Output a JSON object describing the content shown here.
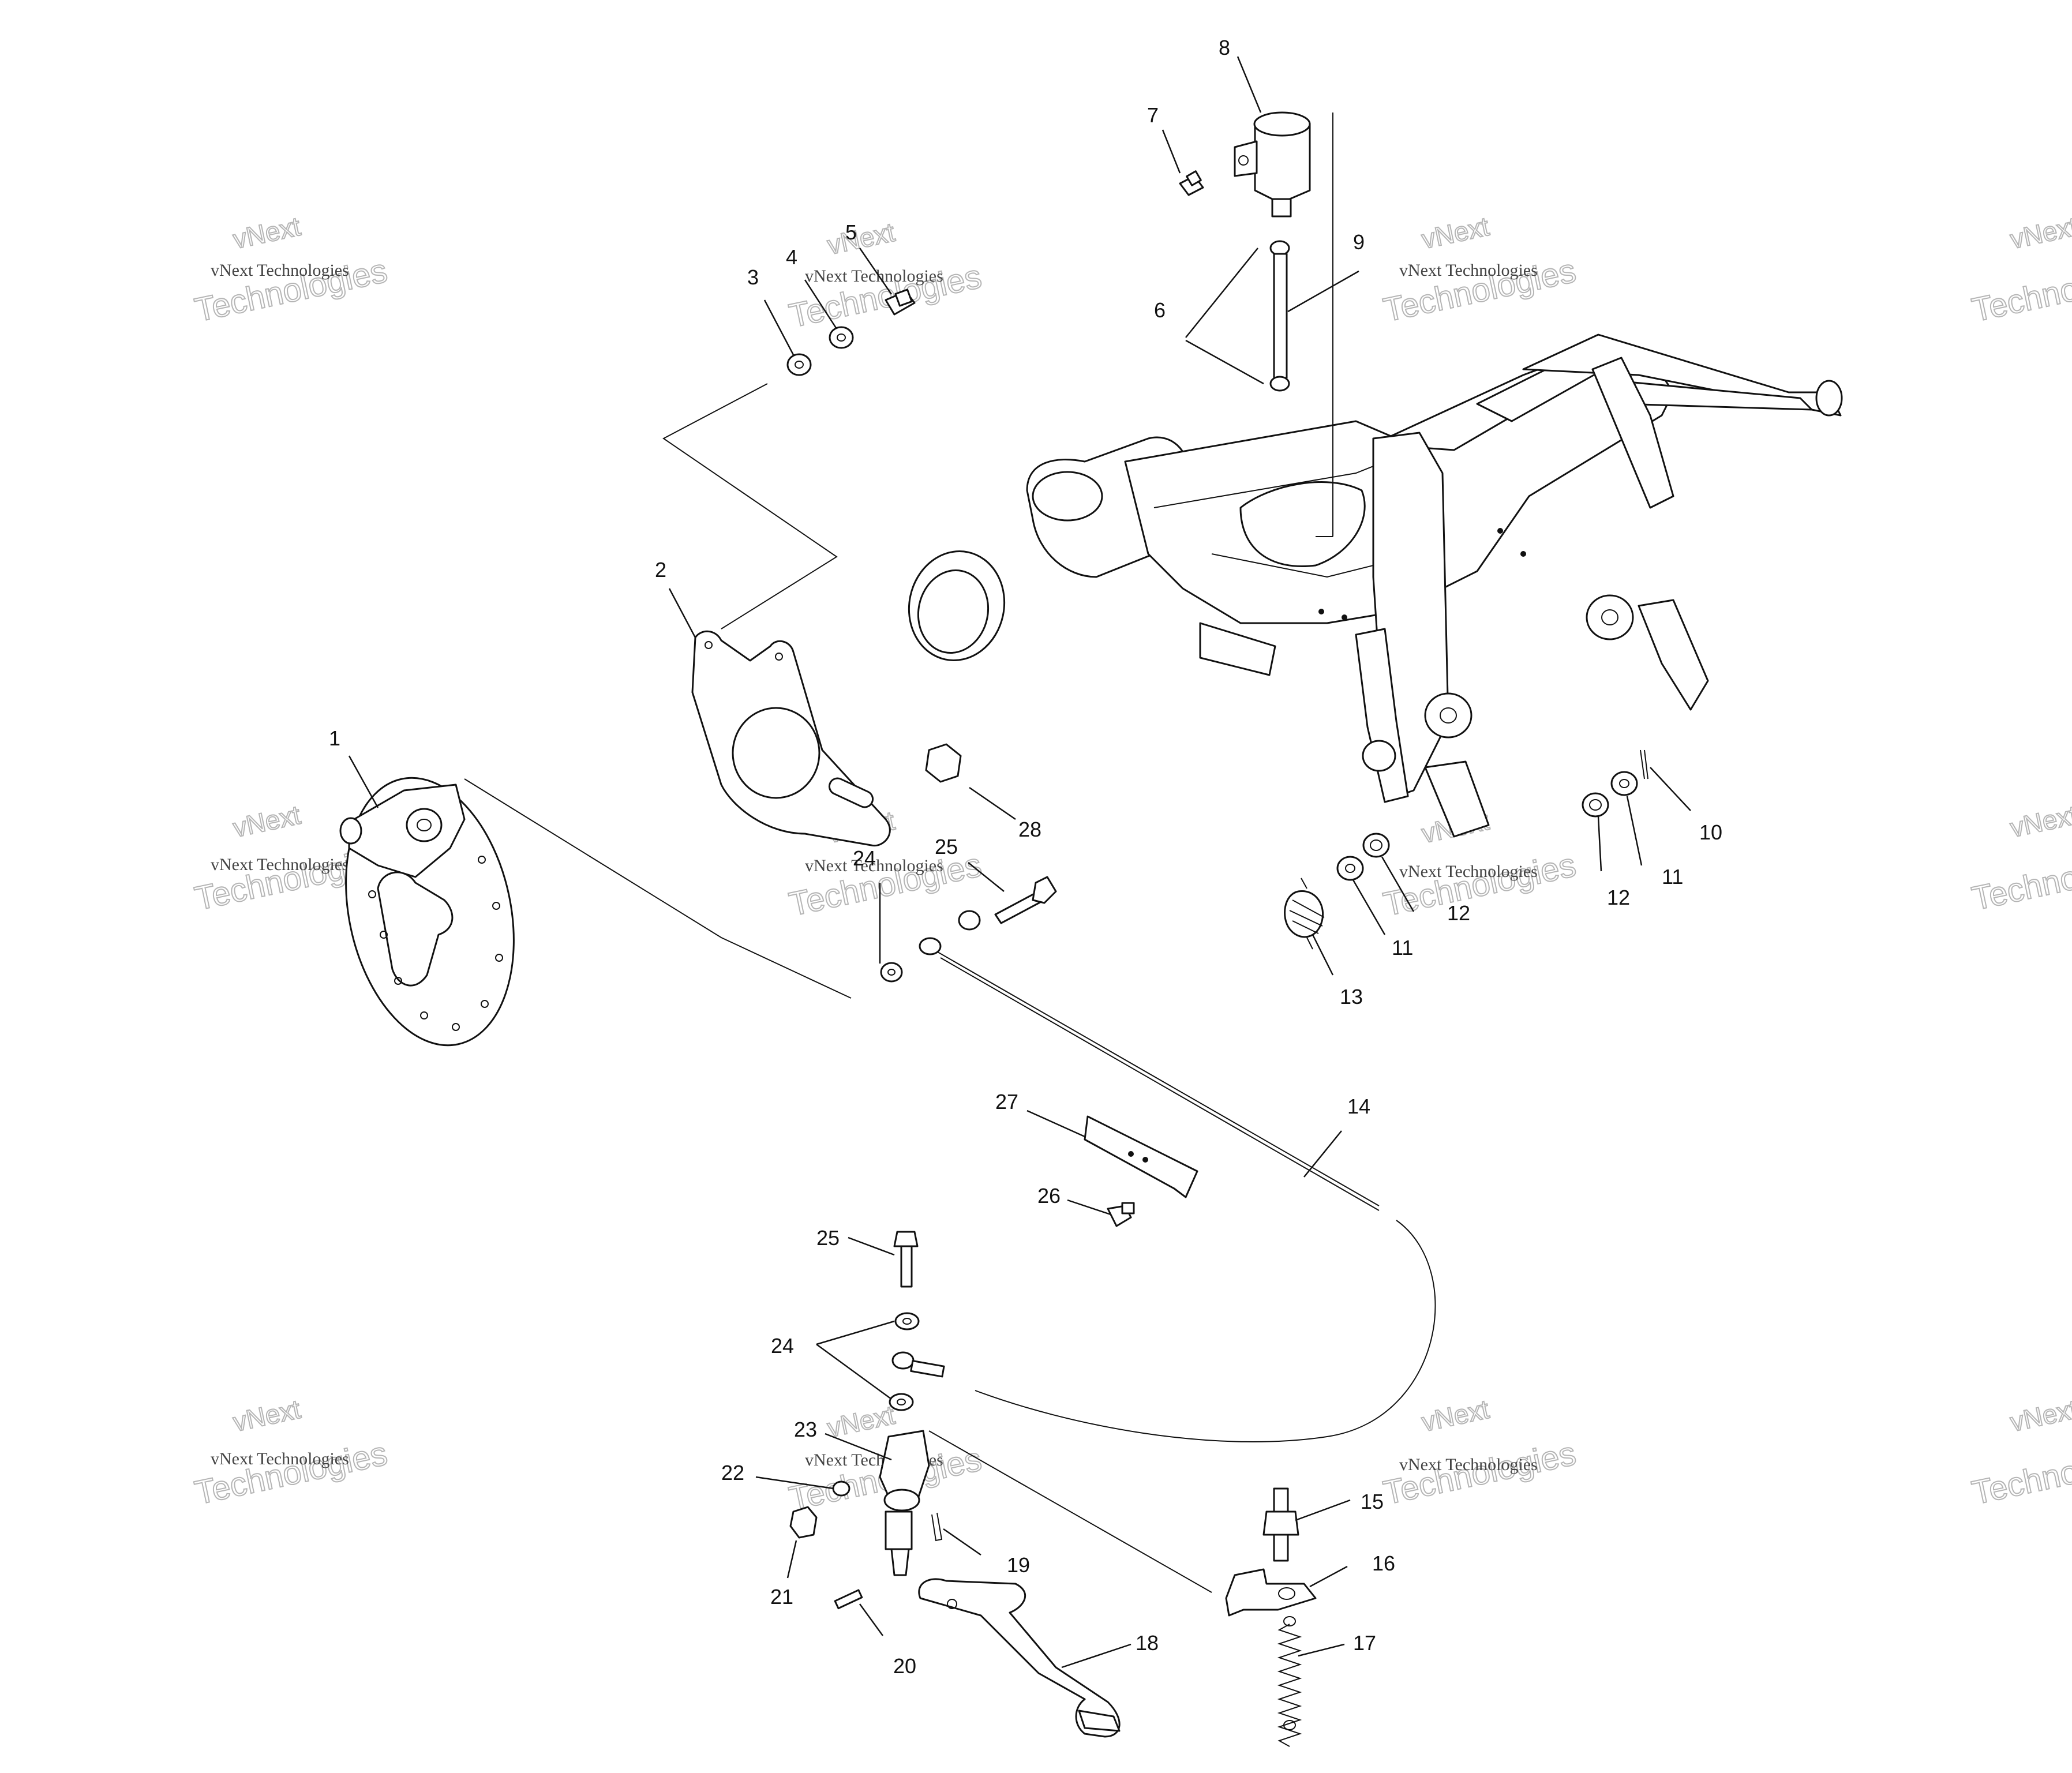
{
  "watermark": {
    "line1": "vNext",
    "line2": "vNext Technologies",
    "line3": "Technologies"
  },
  "callouts": {
    "c1": "1",
    "c2": "2",
    "c3": "3",
    "c4": "4",
    "c5": "5",
    "c6": "6",
    "c7": "7",
    "c8": "8",
    "c9": "9",
    "c10": "10",
    "c11a": "11",
    "c11b": "11",
    "c12a": "12",
    "c12b": "12",
    "c13": "13",
    "c14": "14",
    "c15": "15",
    "c16": "16",
    "c17": "17",
    "c18": "18",
    "c19": "19",
    "c20": "20",
    "c21": "21",
    "c22": "22",
    "c23": "23",
    "c24a": "24",
    "c24b": "24",
    "c25a": "25",
    "c25b": "25",
    "c26": "26",
    "c27": "27",
    "c28": "28"
  }
}
